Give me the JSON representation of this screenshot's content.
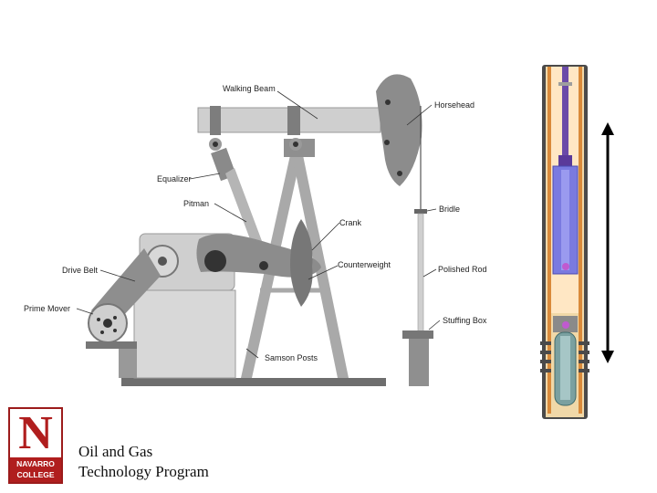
{
  "diagram": {
    "labels": {
      "walking_beam": "Walking Beam",
      "horsehead": "Horsehead",
      "equalizer": "Equalizer",
      "pitman": "Pitman",
      "crank": "Crank",
      "bridle": "Bridle",
      "drive_belt": "Drive Belt",
      "counterweight": "Counterweight",
      "polished_rod": "Polished Rod",
      "prime_mover": "Prime Mover",
      "stuffing_box": "Stuffing Box",
      "samson_posts": "Samson Posts"
    }
  },
  "logo": {
    "letter": "N",
    "line1": "NAVARRO",
    "line2": "COLLEGE"
  },
  "footer": {
    "line1": "Oil and Gas",
    "line2": "Technology Program"
  },
  "colors": {
    "machine_gray": "#c8c8c8",
    "dark_gray": "#8a8a8a",
    "pump_orange": "#d98a3a",
    "pump_purple": "#5a3a9a",
    "pump_blue": "#7a7ae0",
    "logo_red": "#b01e1e"
  }
}
